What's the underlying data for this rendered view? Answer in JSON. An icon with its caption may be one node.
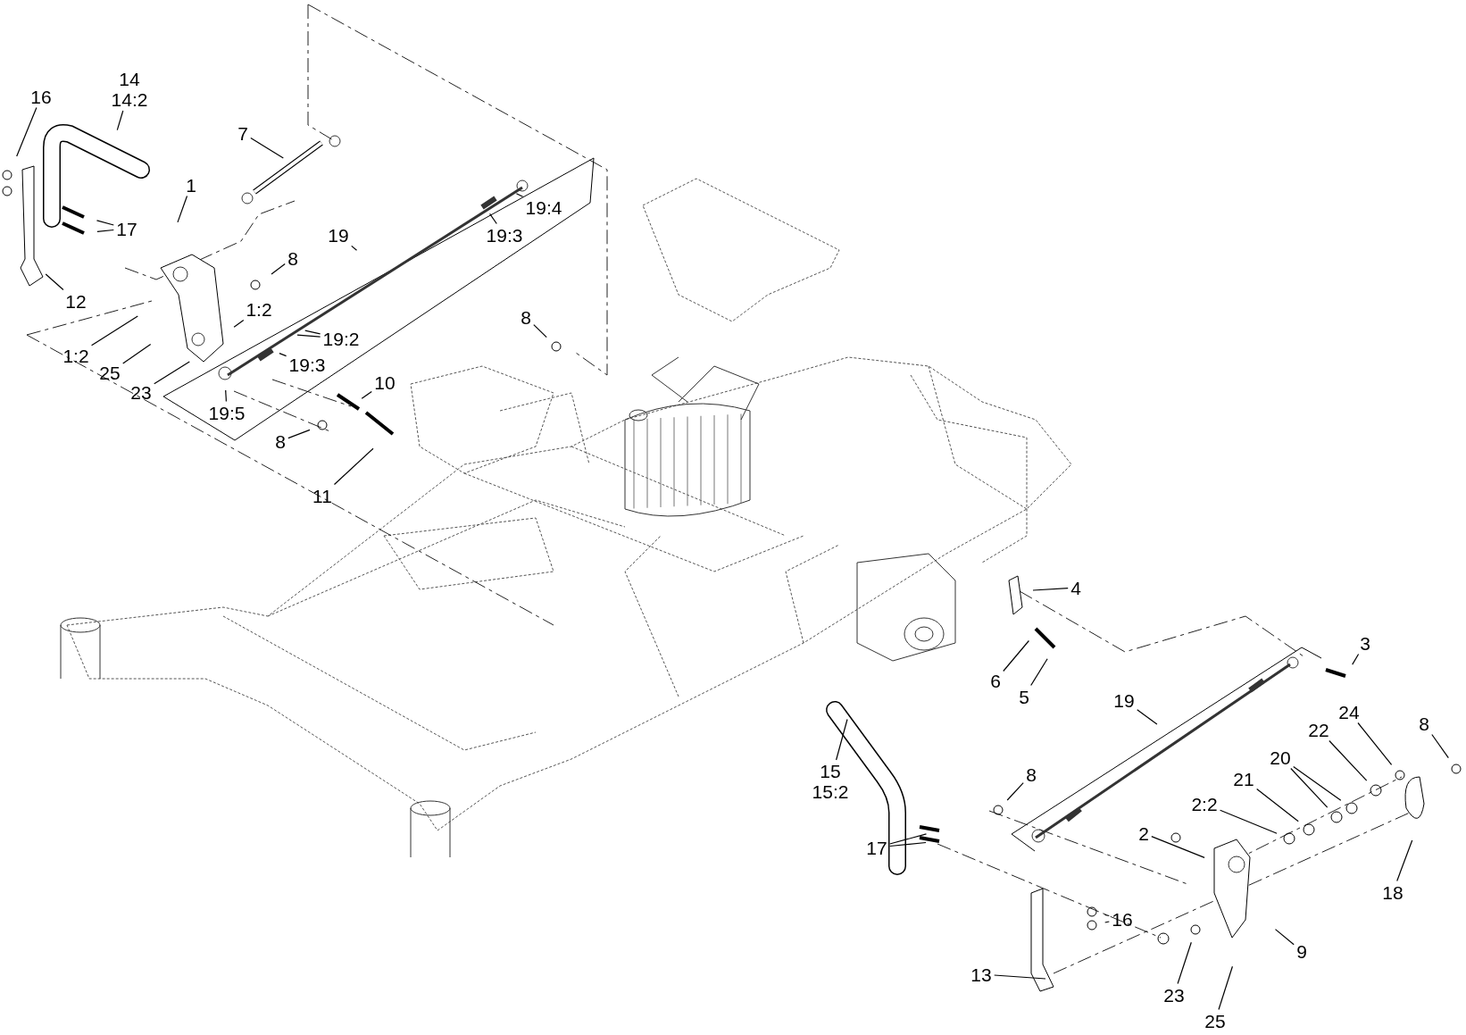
{
  "diagram": {
    "nodes": [
      {
        "text": [
          "14",
          "14:2"
        ]
      },
      {
        "text": [
          "16"
        ]
      },
      {
        "text": [
          "7"
        ]
      },
      {
        "text": [
          "1"
        ]
      },
      {
        "text": [
          "19:4"
        ]
      },
      {
        "text": [
          "17"
        ]
      },
      {
        "text": [
          "19"
        ]
      },
      {
        "text": [
          "19:3"
        ]
      },
      {
        "text": [
          "8"
        ]
      },
      {
        "text": [
          "12"
        ]
      },
      {
        "text": [
          "1:2"
        ]
      },
      {
        "text": [
          "8"
        ]
      },
      {
        "text": [
          "19:2"
        ]
      },
      {
        "text": [
          "1:2"
        ]
      },
      {
        "text": [
          "19:3"
        ]
      },
      {
        "text": [
          "25"
        ]
      },
      {
        "text": [
          "10"
        ]
      },
      {
        "text": [
          "23"
        ]
      },
      {
        "text": [
          "19:5"
        ]
      },
      {
        "text": [
          "8"
        ]
      },
      {
        "text": [
          "11"
        ]
      },
      {
        "text": [
          "4"
        ]
      },
      {
        "text": [
          "3"
        ]
      },
      {
        "text": [
          "6"
        ]
      },
      {
        "text": [
          "5"
        ]
      },
      {
        "text": [
          "19"
        ]
      },
      {
        "text": [
          "24"
        ]
      },
      {
        "text": [
          "8"
        ]
      },
      {
        "text": [
          "22"
        ]
      },
      {
        "text": [
          "20"
        ]
      },
      {
        "text": [
          "15",
          "15:2"
        ]
      },
      {
        "text": [
          "8"
        ]
      },
      {
        "text": [
          "21"
        ]
      },
      {
        "text": [
          "2:2"
        ]
      },
      {
        "text": [
          "2"
        ]
      },
      {
        "text": [
          "17"
        ]
      },
      {
        "text": [
          "18"
        ]
      },
      {
        "text": [
          "16"
        ]
      },
      {
        "text": [
          "9"
        ]
      },
      {
        "text": [
          "13"
        ]
      },
      {
        "text": [
          "23"
        ]
      },
      {
        "text": [
          "25"
        ]
      }
    ],
    "edges": [
      {
        "from": 0,
        "to": null,
        "arrow": "none"
      },
      {
        "from": 1,
        "to": null,
        "arrow": "none"
      },
      {
        "from": 2,
        "to": null,
        "arrow": "none"
      },
      {
        "from": 3,
        "to": null,
        "arrow": "none"
      },
      {
        "from": 4,
        "to": null,
        "arrow": "none"
      },
      {
        "from": 5,
        "to": null,
        "arrow": "none"
      },
      {
        "from": 5,
        "to": null,
        "arrow": "none"
      },
      {
        "from": 6,
        "to": null,
        "arrow": "none"
      },
      {
        "from": 7,
        "to": null,
        "arrow": "none"
      },
      {
        "from": 8,
        "to": null,
        "arrow": "none"
      },
      {
        "from": 9,
        "to": null,
        "arrow": "none"
      },
      {
        "from": 10,
        "to": null,
        "arrow": "none"
      },
      {
        "from": 11,
        "to": null,
        "arrow": "none"
      },
      {
        "from": 12,
        "to": null,
        "arrow": "none"
      },
      {
        "from": 12,
        "to": null,
        "arrow": "none"
      },
      {
        "from": 13,
        "to": null,
        "arrow": "none"
      },
      {
        "from": 14,
        "to": null,
        "arrow": "none"
      },
      {
        "from": 15,
        "to": null,
        "arrow": "none"
      },
      {
        "from": 16,
        "to": null,
        "arrow": "none"
      },
      {
        "from": 17,
        "to": null,
        "arrow": "none"
      },
      {
        "from": 18,
        "to": null,
        "arrow": "none"
      },
      {
        "from": 19,
        "to": null,
        "arrow": "none"
      },
      {
        "from": 20,
        "to": null,
        "arrow": "none"
      },
      {
        "from": 21,
        "to": null,
        "arrow": "none"
      },
      {
        "from": 22,
        "to": null,
        "arrow": "none"
      },
      {
        "from": 23,
        "to": null,
        "arrow": "none"
      },
      {
        "from": 24,
        "to": null,
        "arrow": "none"
      },
      {
        "from": 25,
        "to": null,
        "arrow": "none"
      },
      {
        "from": 26,
        "to": null,
        "arrow": "none"
      },
      {
        "from": 27,
        "to": null,
        "arrow": "none"
      },
      {
        "from": 28,
        "to": null,
        "arrow": "none"
      },
      {
        "from": 29,
        "to": null,
        "arrow": "none"
      },
      {
        "from": 29,
        "to": null,
        "arrow": "none"
      },
      {
        "from": 30,
        "to": null,
        "arrow": "none"
      },
      {
        "from": 31,
        "to": null,
        "arrow": "none"
      },
      {
        "from": 32,
        "to": null,
        "arrow": "none"
      },
      {
        "from": 33,
        "to": null,
        "arrow": "none"
      },
      {
        "from": 34,
        "to": null,
        "arrow": "none"
      },
      {
        "from": 35,
        "to": null,
        "arrow": "none"
      },
      {
        "from": 35,
        "to": null,
        "arrow": "none"
      },
      {
        "from": 36,
        "to": null,
        "arrow": "none"
      },
      {
        "from": 37,
        "to": null,
        "arrow": "none"
      },
      {
        "from": 37,
        "to": null,
        "arrow": "none"
      },
      {
        "from": 38,
        "to": null,
        "arrow": "none"
      },
      {
        "from": 39,
        "to": null,
        "arrow": "none"
      },
      {
        "from": 40,
        "to": null,
        "arrow": "none"
      },
      {
        "from": 41,
        "to": null,
        "arrow": "none"
      }
    ]
  }
}
